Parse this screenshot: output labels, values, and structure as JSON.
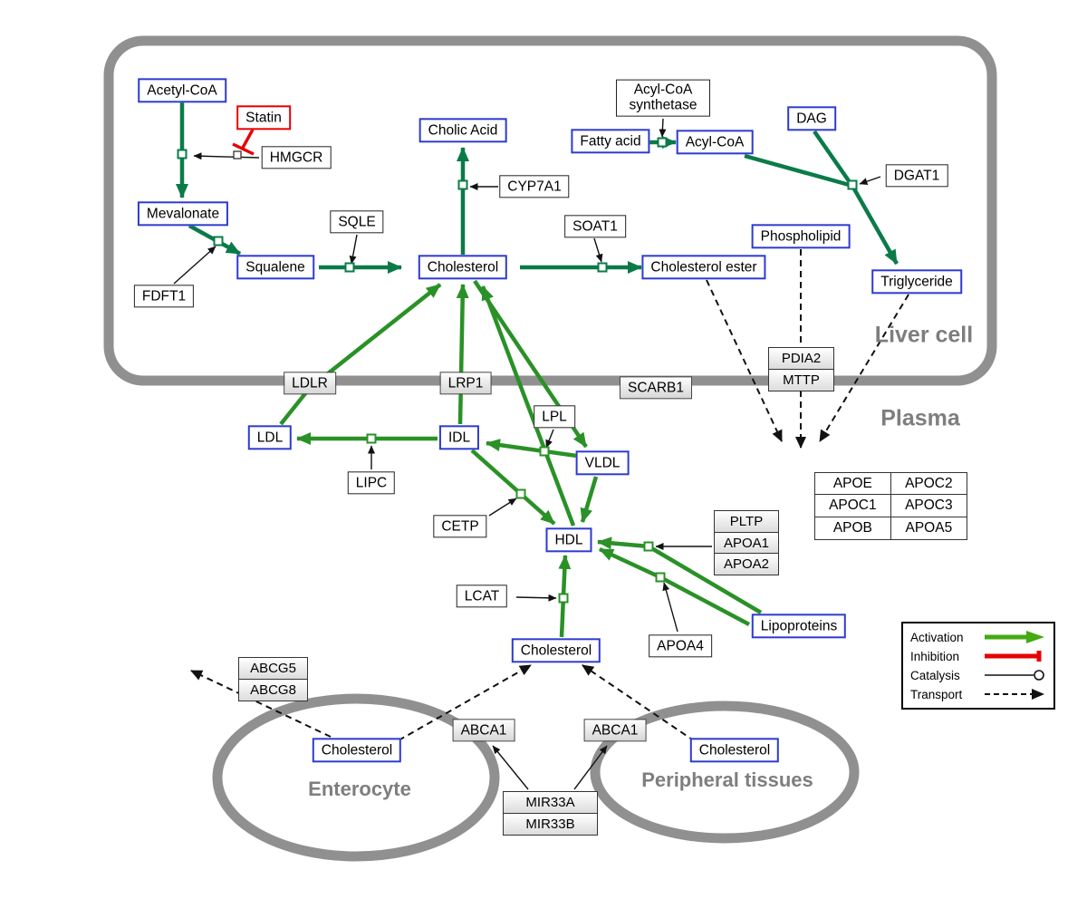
{
  "regions": {
    "liver_cell": "Liver cell",
    "plasma": "Plasma",
    "enterocyte": "Enterocyte",
    "peripheral_tissues": "Peripheral tissues"
  },
  "nodes": {
    "acetyl_coa": "Acetyl-CoA",
    "statin": "Statin",
    "hmgcr": "HMGCR",
    "mevalonate": "Mevalonate",
    "fdft1": "FDFT1",
    "squalene": "Squalene",
    "sqle": "SQLE",
    "cholesterol_liver": "Cholesterol",
    "cholic_acid": "Cholic Acid",
    "cyp7a1": "CYP7A1",
    "soat1": "SOAT1",
    "cholesterol_ester": "Cholesterol ester",
    "fatty_acid": "Fatty acid",
    "acyl_coa_synthetase": "Acyl-CoA synthetase",
    "acyl_coa": "Acyl-CoA",
    "dag": "DAG",
    "dgat1": "DGAT1",
    "phospholipid": "Phospholipid",
    "triglyceride": "Triglyceride",
    "ldlr": "LDLR",
    "lrp1": "LRP1",
    "scarb1": "SCARB1",
    "pdia2": "PDIA2",
    "mttp": "MTTP",
    "ldl": "LDL",
    "idl": "IDL",
    "lipc": "LIPC",
    "lpl": "LPL",
    "vldl": "VLDL",
    "cetp": "CETP",
    "hdl": "HDL",
    "lcat": "LCAT",
    "pltp": "PLTP",
    "apoa1": "APOA1",
    "apoa2": "APOA2",
    "apoa4": "APOA4",
    "lipoproteins": "Lipoproteins",
    "cholesterol_plasma": "Cholesterol",
    "abcg5": "ABCG5",
    "abcg8": "ABCG8",
    "cholesterol_enterocyte": "Cholesterol",
    "abca1_left": "ABCA1",
    "abca1_right": "ABCA1",
    "cholesterol_peripheral": "Cholesterol",
    "mir33a": "MIR33A",
    "mir33b": "MIR33B"
  },
  "apo_table": {
    "rows": [
      [
        "APOE",
        "APOC2"
      ],
      [
        "APOC1",
        "APOC3"
      ],
      [
        "APOB",
        "APOA5"
      ]
    ]
  },
  "legend": {
    "activation": "Activation",
    "inhibition": "Inhibition",
    "catalysis": "Catalysis",
    "transport": "Transport"
  },
  "colors": {
    "metabolite_border": "#2d3bcf",
    "inhibition_red": "#e60000",
    "synthesis_green": "#0a7b48",
    "activation_green": "#2a9127",
    "legend_green": "#44aa11",
    "membrane_gray": "#909090",
    "label_gray": "#7e7e7e"
  }
}
